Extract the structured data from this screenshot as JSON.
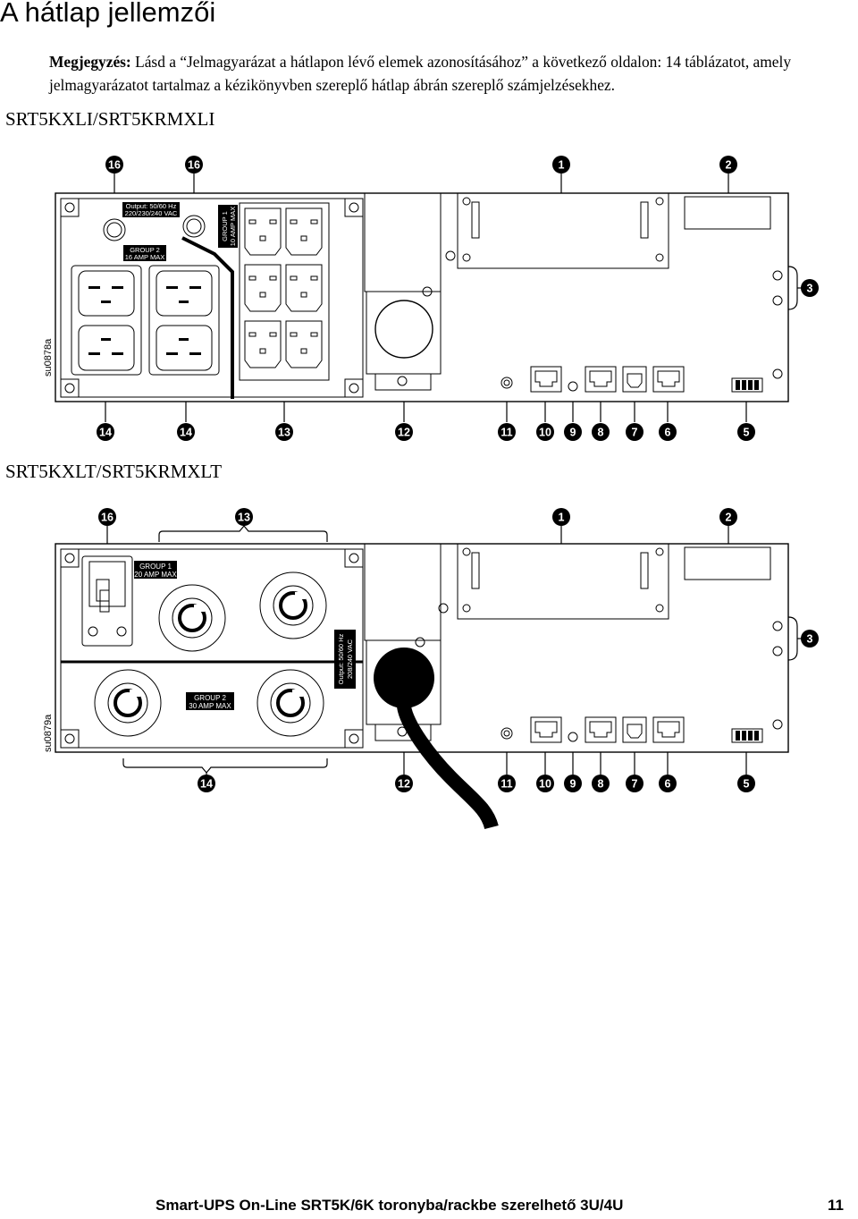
{
  "page": {
    "title": "A hátlap jellemzői",
    "note_label": "Megjegyzés:",
    "note_line1": "Lásd a “Jelmagyarázat a hátlapon lévő elemek azonosításához” a következő oldalon: 14 táblázatot, amely",
    "note_line2": "jelmagyarázatot tartalmaz a kézikönyvben szereplő hátlap ábrán szereplő számjelzésekhez."
  },
  "diagram1": {
    "model": "SRT5KXLI/SRT5KRMXLI",
    "code": "su0878a",
    "output_line1": "Output: 50/60 Hz",
    "output_line2": "220/230/240 VAC",
    "group2_line1": "GROUP 2",
    "group2_line2": "16 AMP MAX",
    "group1_line1": "GROUP 1",
    "group1_line2": "10 AMP MAX",
    "callouts_top": [
      "16",
      "16",
      "1",
      "2"
    ],
    "callout_right": "3",
    "callouts_bottom": [
      "14",
      "14",
      "13",
      "12",
      "11",
      "10",
      "9",
      "8",
      "7",
      "6",
      "5"
    ]
  },
  "diagram2": {
    "model": "SRT5KXLT/SRT5KRMXLT",
    "code": "su0879a",
    "group1_line1": "GROUP 1",
    "group1_line2": "20 AMP MAX",
    "group2_line1": "GROUP 2",
    "group2_line2": "30 AMP MAX",
    "output_line1": "Output: 50/60 Hz",
    "output_line2": "208/240 VAC",
    "callouts_top": [
      "16",
      "13",
      "1",
      "2"
    ],
    "callout_right": "3",
    "callouts_bottom": [
      "14",
      "12",
      "11",
      "10",
      "9",
      "8",
      "7",
      "6",
      "5"
    ]
  },
  "footer": {
    "left": "Smart-UPS On-Line SRT5K/6K toronyba/rackbe szerelhető 3U/4U",
    "page_number": "11"
  }
}
